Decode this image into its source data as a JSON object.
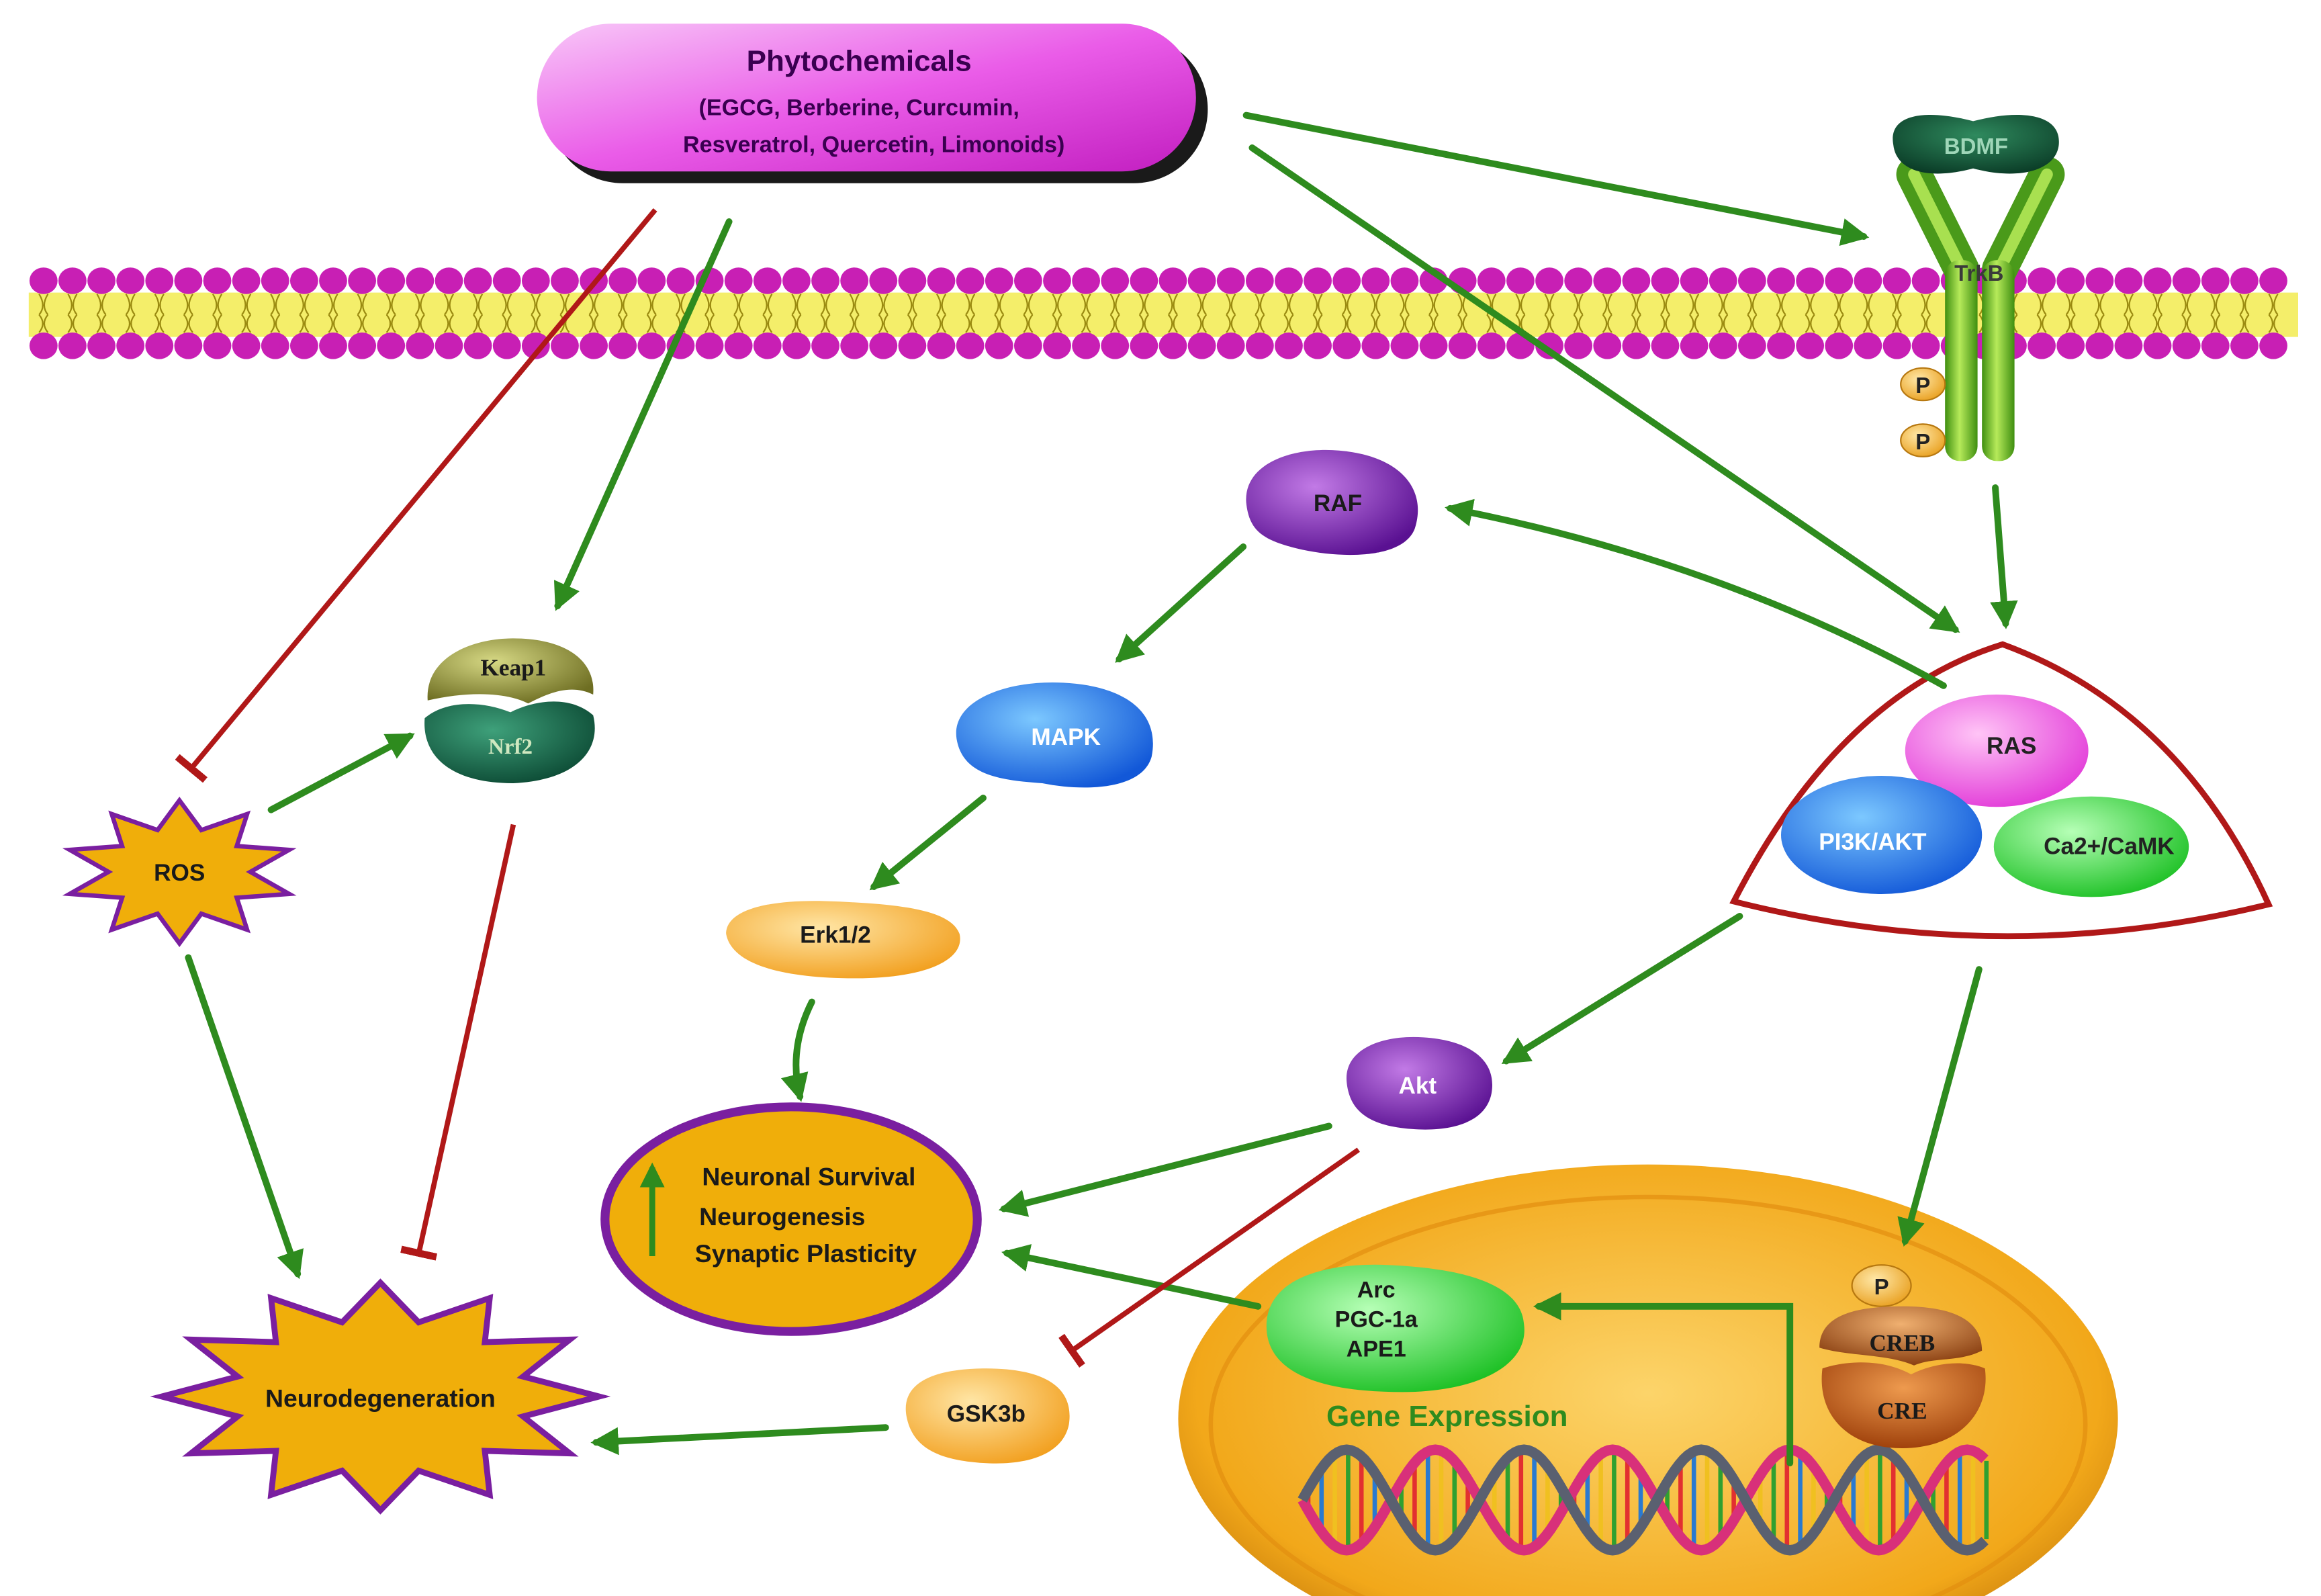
{
  "phytochemicals": {
    "title": "Phytochemicals",
    "line1": "(EGCG, Berberine, Curcumin,",
    "line2": "Resveratrol, Quercetin, Limonoids)"
  },
  "receptor": {
    "ligand": "BDMF",
    "name": "TrkB",
    "phospho1": "P",
    "phospho2": "P"
  },
  "nodes": {
    "raf": "RAF",
    "mapk": "MAPK",
    "erk": "Erk1/2",
    "ras": "RAS",
    "pi3k": "PI3K/AKT",
    "camk": "Ca2+/CaMK",
    "akt": "Akt",
    "gsk3b": "GSK3b",
    "keap1": "Keap1",
    "nrf2": "Nrf2",
    "ros": "ROS",
    "neurodegeneration": "Neurodegeneration"
  },
  "outcome": {
    "line1": "Neuronal Survival",
    "line2": "Neurogenesis",
    "line3": "Synaptic Plasticity"
  },
  "nucleus": {
    "genes_line1": "Arc",
    "genes_line2": "PGC-1a",
    "genes_line3": "APE1",
    "gene_expression": "Gene Expression",
    "phospho": "P",
    "creb": "CREB",
    "cre": "CRE"
  },
  "colors": {
    "activation": "#2e8b1e",
    "inhibition": "#b01818",
    "membrane_head": "#c81fb4",
    "membrane_tail": "#e8e020",
    "phyto": "#e23ce0",
    "outcome_fill": "#f0ae0a",
    "outcome_ring": "#7a1fa0",
    "nucleus": "#f2a81a"
  }
}
